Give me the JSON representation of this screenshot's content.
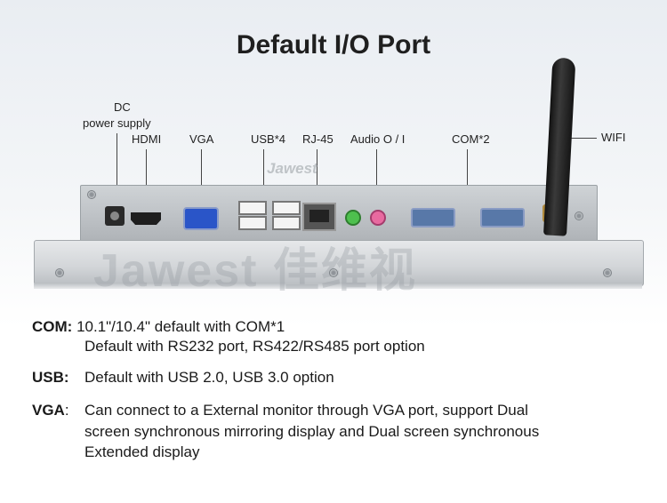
{
  "title": "Default I/O Port",
  "labels": {
    "dc_line1": "DC",
    "dc_line2": "power supply",
    "hdmi": "HDMI",
    "vga": "VGA",
    "usb": "USB*4",
    "rj45": "RJ-45",
    "audio": "Audio O / I",
    "com": "COM*2",
    "wifi": "WIFI"
  },
  "watermarks": {
    "small": "Jawest",
    "big": "Jawest 佳维视"
  },
  "specs": {
    "com_key": "COM:",
    "com_line1": "10.1\"/10.4\" default with COM*1",
    "com_line2": "Default with RS232 port, RS422/RS485 port option",
    "usb_key": "USB:",
    "usb_line1": "Default with USB 2.0, USB 3.0 option",
    "vga_key": "VGA",
    "vga_colon": ":",
    "vga_line1": "Can connect to a External  monitor through VGA port, support Dual",
    "vga_line2": "screen synchronous mirroring display and Dual screen synchronous",
    "vga_line3": "Extended display"
  }
}
